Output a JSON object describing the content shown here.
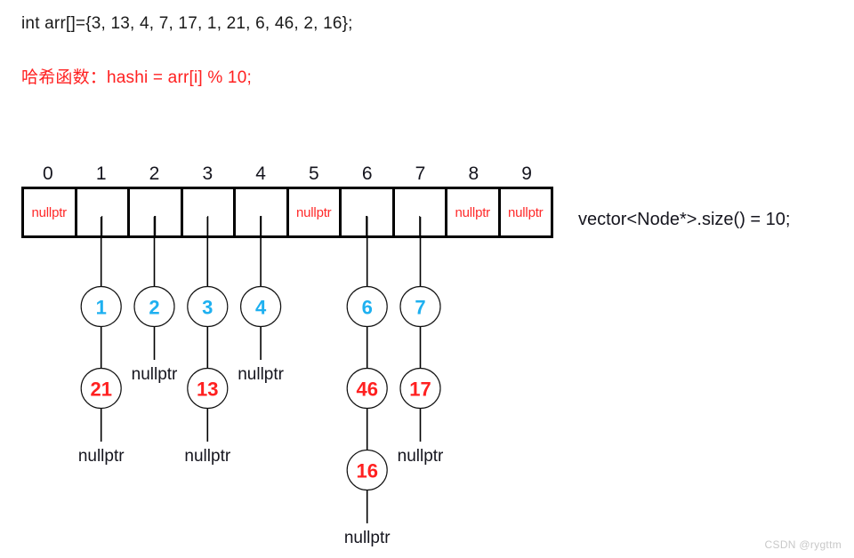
{
  "code": {
    "array_decl": "int arr[]={3, 13, 4, 7, 17, 1, 21, 6, 46, 2, 16};",
    "hash_function": "哈希函数：hashi = arr[i] % 10;"
  },
  "caption": {
    "vector_size": "vector<Node*>.size() = 10;"
  },
  "colors": {
    "level1_node": "#1eb0f0",
    "level2_node": "#ff2020",
    "null_in_cell": "#ff2a2a",
    "null_label": "#15151e",
    "table_border": "#000000",
    "hash_text": "#ff2020"
  },
  "null_label": "nullptr",
  "bucket_array": {
    "indices": [
      "0",
      "1",
      "2",
      "3",
      "4",
      "5",
      "6",
      "7",
      "8",
      "9"
    ],
    "cells": [
      {
        "index": "0",
        "empty": true,
        "text": "nullptr"
      },
      {
        "index": "1",
        "empty": false,
        "text": ""
      },
      {
        "index": "2",
        "empty": false,
        "text": ""
      },
      {
        "index": "3",
        "empty": false,
        "text": ""
      },
      {
        "index": "4",
        "empty": false,
        "text": ""
      },
      {
        "index": "5",
        "empty": true,
        "text": "nullptr"
      },
      {
        "index": "6",
        "empty": false,
        "text": ""
      },
      {
        "index": "7",
        "empty": false,
        "text": ""
      },
      {
        "index": "8",
        "empty": true,
        "text": "nullptr"
      },
      {
        "index": "9",
        "empty": true,
        "text": "nullptr"
      }
    ]
  },
  "chains": [
    {
      "bucket": "1",
      "nodes": [
        "1",
        "21"
      ],
      "terminator": "nullptr"
    },
    {
      "bucket": "2",
      "nodes": [
        "2"
      ],
      "terminator": "nullptr"
    },
    {
      "bucket": "3",
      "nodes": [
        "3",
        "13"
      ],
      "terminator": "nullptr"
    },
    {
      "bucket": "4",
      "nodes": [
        "4"
      ],
      "terminator": "nullptr"
    },
    {
      "bucket": "6",
      "nodes": [
        "6",
        "46",
        "16"
      ],
      "terminator": "nullptr"
    },
    {
      "bucket": "7",
      "nodes": [
        "7",
        "17"
      ],
      "terminator": "nullptr"
    }
  ],
  "watermark": "CSDN @rygttm"
}
